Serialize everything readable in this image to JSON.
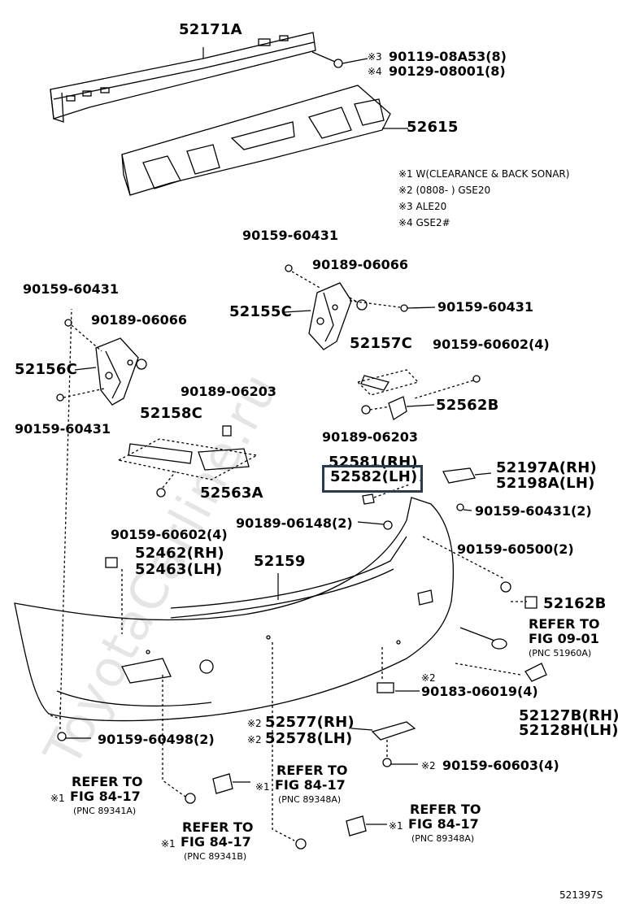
{
  "watermark": "ToyotaCarline.ru",
  "drawing_code": "521397S",
  "notes": [
    "※1 W(CLEARANCE & BACK SONAR)",
    "※2 (0808-      ) GSE20",
    "※3 ALE20",
    "※4 GSE2#"
  ],
  "parts": {
    "p52171A": "52171A",
    "p90119": "90119-08A53(8)",
    "p90129": "90129-08001(8)",
    "m3": "※3",
    "m4": "※4",
    "p52615": "52615",
    "p90159_60431_a": "90159-60431",
    "p90189_06066_a": "90189-06066",
    "p90159_60431_b": "90159-60431",
    "p52155C": "52155C",
    "p90159_60431_c": "90159-60431",
    "p90189_06066_b": "90189-06066",
    "p52156C": "52156C",
    "p90159_60431_d": "90159-60431",
    "p52157C": "52157C",
    "p90159_60602_a": "90159-60602(4)",
    "p52562B": "52562B",
    "p90189_06203_a": "90189-06203",
    "p52158C": "52158C",
    "p90189_06203_b": "90189-06203",
    "p52563A": "52563A",
    "p52581": "52581(RH)",
    "p52582": "52582(LH)",
    "p52197A": "52197A(RH)",
    "p52198A": "52198A(LH)",
    "p90159_60431_e": "90159-60431(2)",
    "p90189_06148": "90189-06148(2)",
    "p90159_60602_b": "90159-60602(4)",
    "p52462": "52462(RH)",
    "p52463": "52463(LH)",
    "p52159": "52159",
    "p90159_60500": "90159-60500(2)",
    "p52162B": "52162B",
    "p90183": "90183-06019(4)",
    "m2a": "※2",
    "p52127B": "52127B(RH)",
    "p52128H": "52128H(LH)",
    "p90159_60498": "90159-60498(2)",
    "m2b": "※2",
    "p52577": "52577(RH)",
    "m2c": "※2",
    "p52578": "52578(LH)",
    "m2d": "※2",
    "p90159_60603": "90159-60603(4)"
  },
  "refs": {
    "fig0901": {
      "l1": "REFER TO",
      "l2": "FIG 09-01",
      "pnc": "(PNC 51960A)"
    },
    "ref_a": {
      "l1": "REFER TO",
      "mark": "※1",
      "l2": "FIG 84-17",
      "pnc": "(PNC 89341A)"
    },
    "ref_b": {
      "l1": "REFER TO",
      "mark": "※1",
      "l2": "FIG 84-17",
      "pnc": "(PNC 89348A)"
    },
    "ref_c": {
      "l1": "REFER TO",
      "mark": "※1",
      "l2": "FIG 84-17",
      "pnc": "(PNC 89341B)"
    },
    "ref_d": {
      "l1": "REFER TO",
      "mark": "※1",
      "l2": "FIG 84-17",
      "pnc": "(PNC 89348A)"
    }
  }
}
